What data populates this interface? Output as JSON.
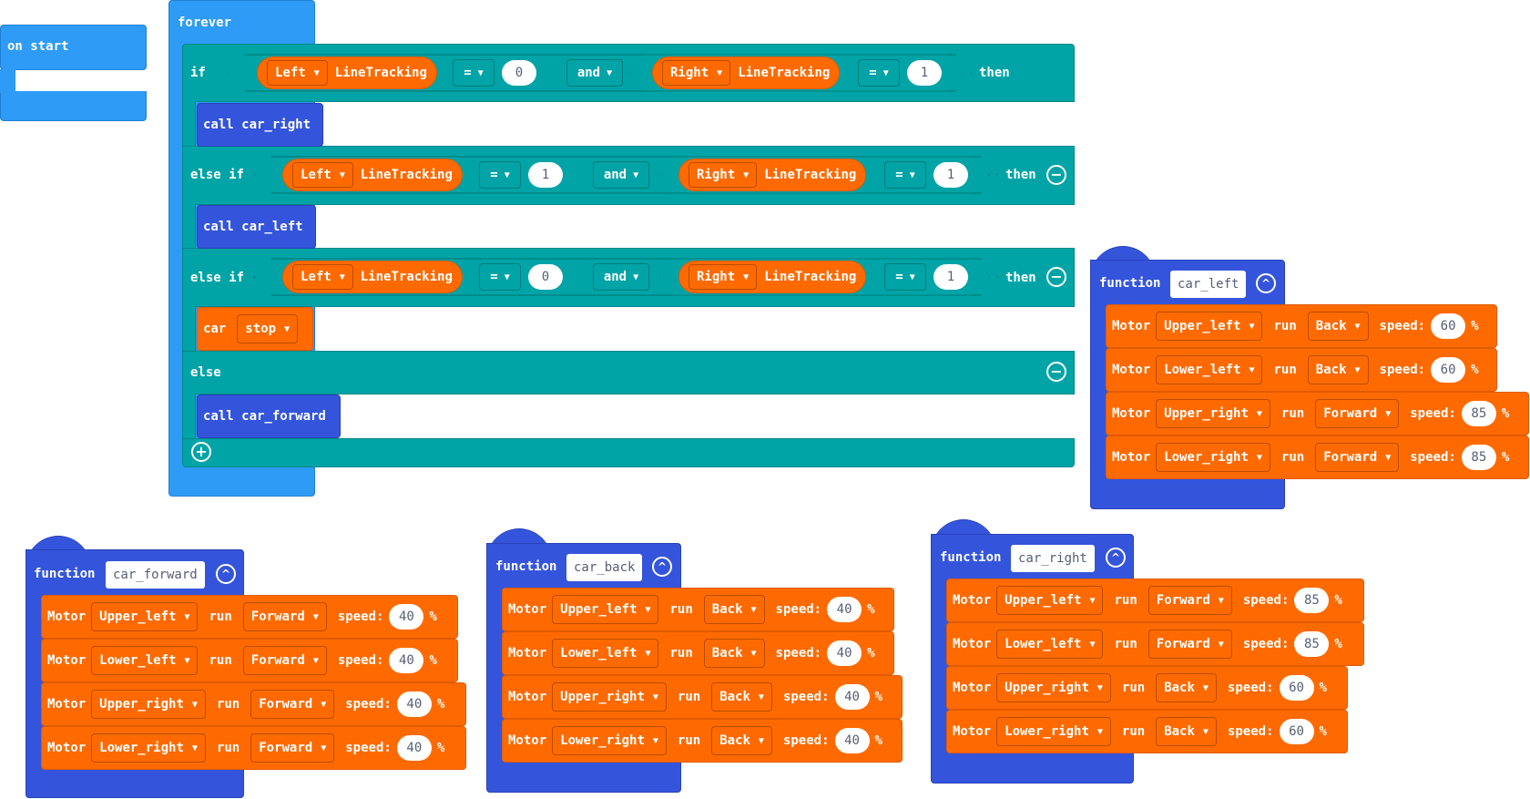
{
  "on_start": {
    "label": "on start"
  },
  "forever": {
    "label": "forever",
    "if_word": "if",
    "else_if_word": "else if",
    "else_word": "else",
    "then_word": "then",
    "and_word": "and",
    "eq": "=",
    "sensor": "LineTracking",
    "side_left": "Left",
    "side_right": "Right",
    "cond1": {
      "left_val": "0",
      "right_val": "1"
    },
    "cond2": {
      "left_val": "1",
      "right_val": "1"
    },
    "cond3": {
      "left_val": "0",
      "right_val": "1"
    },
    "call_car_right": "call car_right",
    "call_car_left": "call car_left",
    "car_word": "car",
    "car_action": "stop",
    "call_car_forward": "call car_forward"
  },
  "common": {
    "function_word": "function",
    "motor_word": "Motor",
    "run_word": "run",
    "speed_word": "speed:",
    "percent": "%"
  },
  "functions": {
    "car_left": {
      "name": "car_left",
      "rows": [
        {
          "motor": "Upper_left",
          "dir": "Back",
          "speed": "60"
        },
        {
          "motor": "Lower_left",
          "dir": "Back",
          "speed": "60"
        },
        {
          "motor": "Upper_right",
          "dir": "Forward",
          "speed": "85"
        },
        {
          "motor": "Lower_right",
          "dir": "Forward",
          "speed": "85"
        }
      ]
    },
    "car_forward": {
      "name": "car_forward",
      "rows": [
        {
          "motor": "Upper_left",
          "dir": "Forward",
          "speed": "40"
        },
        {
          "motor": "Lower_left",
          "dir": "Forward",
          "speed": "40"
        },
        {
          "motor": "Upper_right",
          "dir": "Forward",
          "speed": "40"
        },
        {
          "motor": "Lower_right",
          "dir": "Forward",
          "speed": "40"
        }
      ]
    },
    "car_back": {
      "name": "car_back",
      "rows": [
        {
          "motor": "Upper_left",
          "dir": "Back",
          "speed": "40"
        },
        {
          "motor": "Lower_left",
          "dir": "Back",
          "speed": "40"
        },
        {
          "motor": "Upper_right",
          "dir": "Back",
          "speed": "40"
        },
        {
          "motor": "Lower_right",
          "dir": "Back",
          "speed": "40"
        }
      ]
    },
    "car_right": {
      "name": "car_right",
      "rows": [
        {
          "motor": "Upper_left",
          "dir": "Forward",
          "speed": "85"
        },
        {
          "motor": "Lower_left",
          "dir": "Forward",
          "speed": "85"
        },
        {
          "motor": "Upper_right",
          "dir": "Back",
          "speed": "60"
        },
        {
          "motor": "Lower_right",
          "dir": "Back",
          "speed": "60"
        }
      ]
    }
  }
}
